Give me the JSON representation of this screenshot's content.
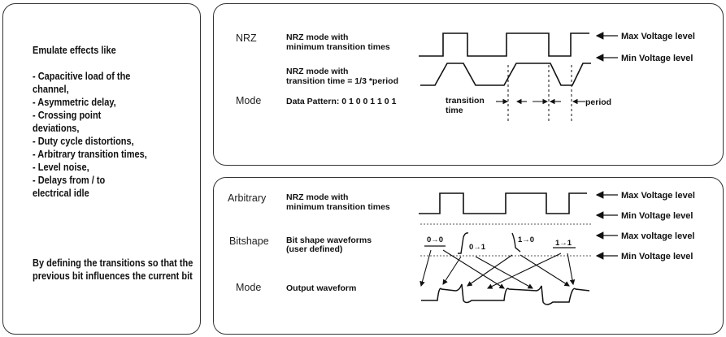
{
  "left": {
    "heading": "Emulate effects like",
    "items": [
      "- Capacitive load of the   channel,",
      "- Asymmetric delay,",
      "- Crossing point   deviations,",
      "- Duty cycle  distortions,",
      "- Arbitrary transition times,",
      "- Level noise,",
      "- Delays from / to   electrical idle"
    ],
    "footer": "By defining the transitions so that the previous bit influences the current bit"
  },
  "top": {
    "row1_label": "NRZ",
    "row1_desc": [
      "NRZ mode with",
      "minimum transition times"
    ],
    "row2_desc": [
      "NRZ mode with",
      "transition time = 1/3 *period"
    ],
    "row3_label": "Mode",
    "data_pattern": "Data Pattern: 0 1 0 0 1 1 0 1",
    "transition_time": [
      "transition",
      "time"
    ],
    "period": "period",
    "max_level": "Max Voltage level",
    "min_level": "Min Voltage level"
  },
  "bottom": {
    "row1_label": "Arbitrary",
    "row1_desc": [
      "NRZ mode with",
      "minimum transition times"
    ],
    "row2_label": "Bitshape",
    "row2_desc": [
      "Bit shape waveforms",
      "(user defined)"
    ],
    "row3_label": "Mode",
    "row3_desc": "Output waveform",
    "max_level_1": "Max Voltage level",
    "min_level_1": "Min Voltage level",
    "max_level_2": "Max voltage level",
    "min_level_2": "Min Voltage level",
    "bit_labels": [
      "0→0",
      "0→1",
      "1→0",
      "1→1"
    ]
  }
}
